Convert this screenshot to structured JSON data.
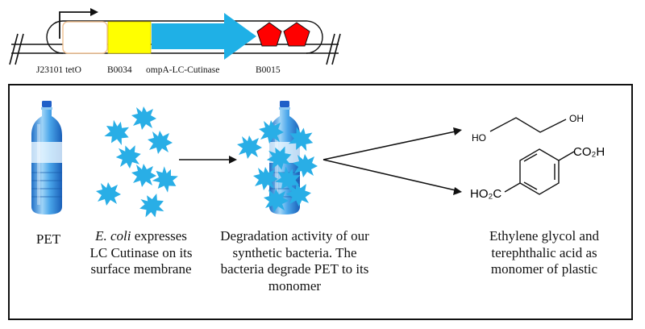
{
  "construct": {
    "parts": [
      {
        "label": "J23101 tetO",
        "kind": "promoter-operator",
        "color": "#ffffff"
      },
      {
        "label": "B0034",
        "kind": "rbs",
        "color": "#ffff00"
      },
      {
        "label": "ompA-LC-Cutinase",
        "kind": "cds",
        "color": "#1fb0e6"
      },
      {
        "label": "B0015",
        "kind": "terminator",
        "color": "#ff0000"
      }
    ]
  },
  "panel": {
    "captions": {
      "pet": "PET",
      "ecoli_italic": "E. coli",
      "ecoli_line1_rest": " expresses",
      "ecoli_line2": "LC Cutinase on its",
      "ecoli_line3": "surface membrane",
      "degradation_line1": "Degradation activity of our",
      "degradation_line2": "synthetic bacteria. The",
      "degradation_line3": "bacteria degrade PET to its",
      "degradation_line4": "monomer",
      "products_line1": "Ethylene glycol and",
      "products_line2": "terephthalic acid as",
      "products_line3": "monomer of plastic"
    },
    "chemistry": {
      "ethylene_glycol": {
        "left_group": "HO",
        "right_group": "OH"
      },
      "terephthalic_acid": {
        "top_group": "CO₂H",
        "bottom_group": "HO₂C"
      }
    },
    "colors": {
      "bacteria": "#29aee6",
      "bottle": "#3a9fe0",
      "cap": "#1f5fc8"
    }
  }
}
